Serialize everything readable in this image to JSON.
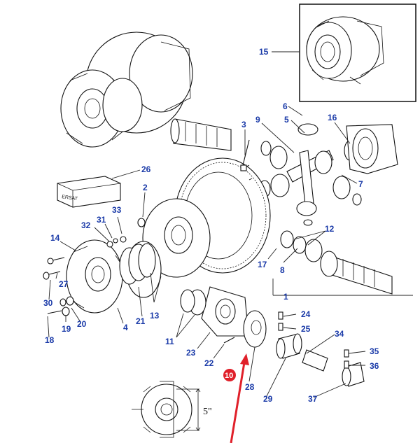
{
  "diagram": {
    "callouts": [
      "15",
      "6",
      "5",
      "9",
      "16",
      "3",
      "26",
      "2",
      "33",
      "31",
      "32",
      "14",
      "7",
      "12",
      "17",
      "8",
      "1",
      "13",
      "21",
      "4",
      "27",
      "30",
      "19",
      "20",
      "18",
      "11",
      "23",
      "22",
      "24",
      "25",
      "34",
      "35",
      "36",
      "10",
      "28",
      "29",
      "37"
    ],
    "highlighted_callout": "10",
    "dimension_label": "5\"",
    "logo_text": "ERSAT",
    "colors": {
      "callout_text": "#1a3aa8",
      "highlight": "#e0202a",
      "arrow": "#e0202a",
      "lines": "#111111"
    }
  }
}
